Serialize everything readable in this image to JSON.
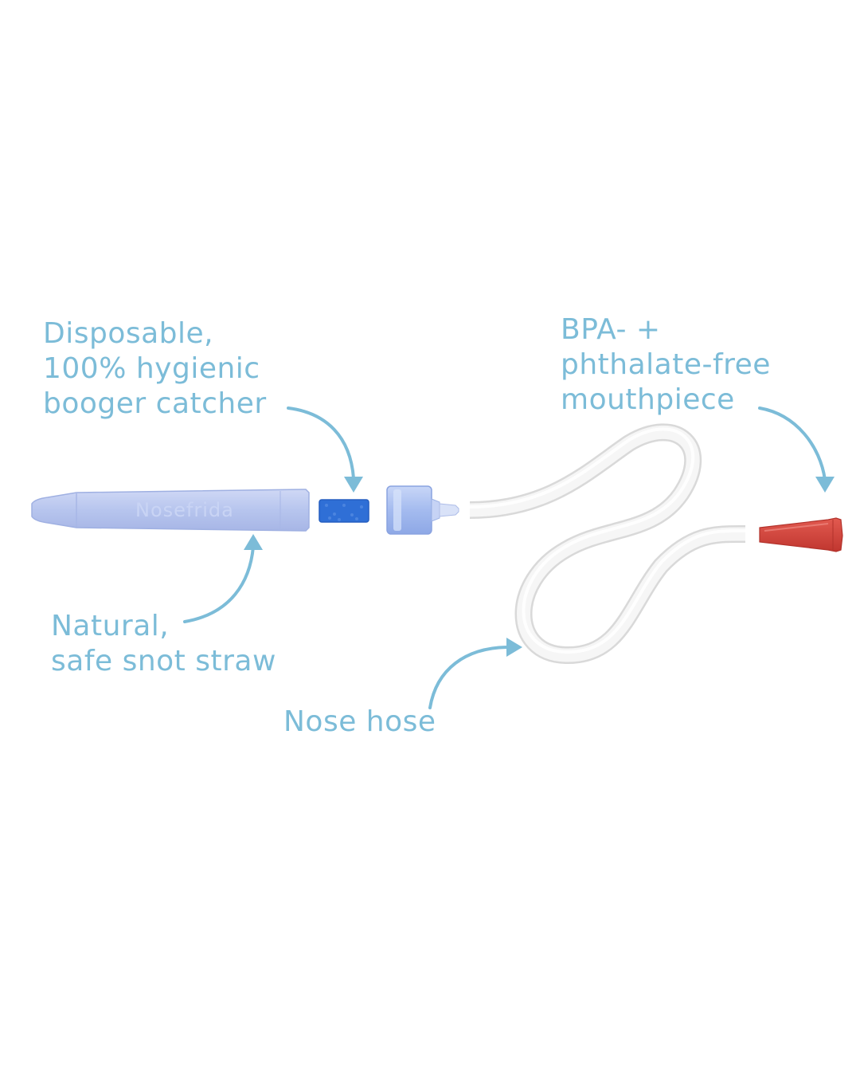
{
  "labels": {
    "booger_catcher": [
      "Disposable,",
      "100% hygienic",
      "booger catcher"
    ],
    "mouthpiece": [
      "BPA- +",
      "phthalate-free",
      "mouthpiece"
    ],
    "snot_straw": [
      "Natural,",
      "safe snot straw"
    ],
    "nose_hose": [
      "Nose hose"
    ]
  },
  "straw_brand": "Nosefrida",
  "colors": {
    "label": "#7cbcd8",
    "arrow": "#7cbcd8",
    "straw": "#b9c6ef",
    "filter": "#2f6fd6",
    "cap": "#a9bff0",
    "hose": "#f1f1f1",
    "mouthpiece": "#d6443d"
  },
  "icons": [
    "arrow-icon"
  ]
}
